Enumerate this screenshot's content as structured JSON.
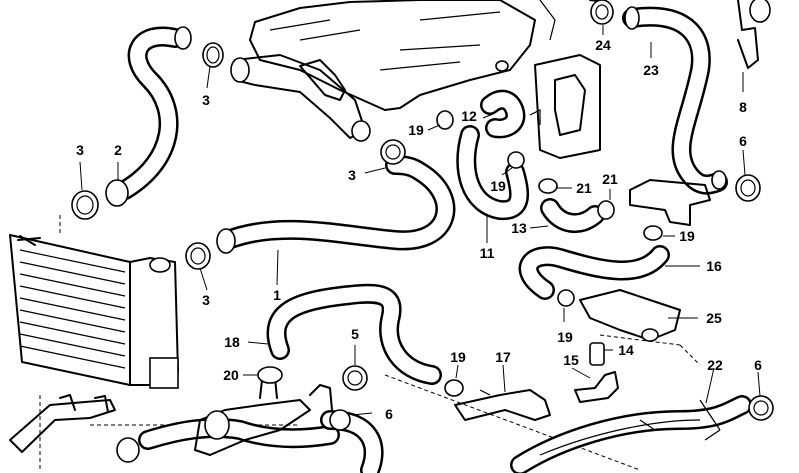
{
  "callouts": [
    {
      "text": "3"
    },
    {
      "text": "2"
    },
    {
      "text": "3"
    },
    {
      "text": "3"
    },
    {
      "text": "1"
    },
    {
      "text": "3"
    },
    {
      "text": "19"
    },
    {
      "text": "12"
    },
    {
      "text": "19"
    },
    {
      "text": "21"
    },
    {
      "text": "11"
    },
    {
      "text": "13"
    },
    {
      "text": "21"
    },
    {
      "text": "24"
    },
    {
      "text": "23"
    },
    {
      "text": "8"
    },
    {
      "text": "6"
    },
    {
      "text": "19"
    },
    {
      "text": "16"
    },
    {
      "text": "25"
    },
    {
      "text": "19"
    },
    {
      "text": "14"
    },
    {
      "text": "18"
    },
    {
      "text": "5"
    },
    {
      "text": "20"
    },
    {
      "text": "19"
    },
    {
      "text": "17"
    },
    {
      "text": "15"
    },
    {
      "text": "22"
    },
    {
      "text": "6"
    },
    {
      "text": "6"
    }
  ],
  "parts": [
    "upper-radiator-hose",
    "engine-inlet-hose",
    "hose-clamp",
    "radiator",
    "expansion-tank",
    "heater-hose",
    "thermostat-housing",
    "return-pipe"
  ]
}
